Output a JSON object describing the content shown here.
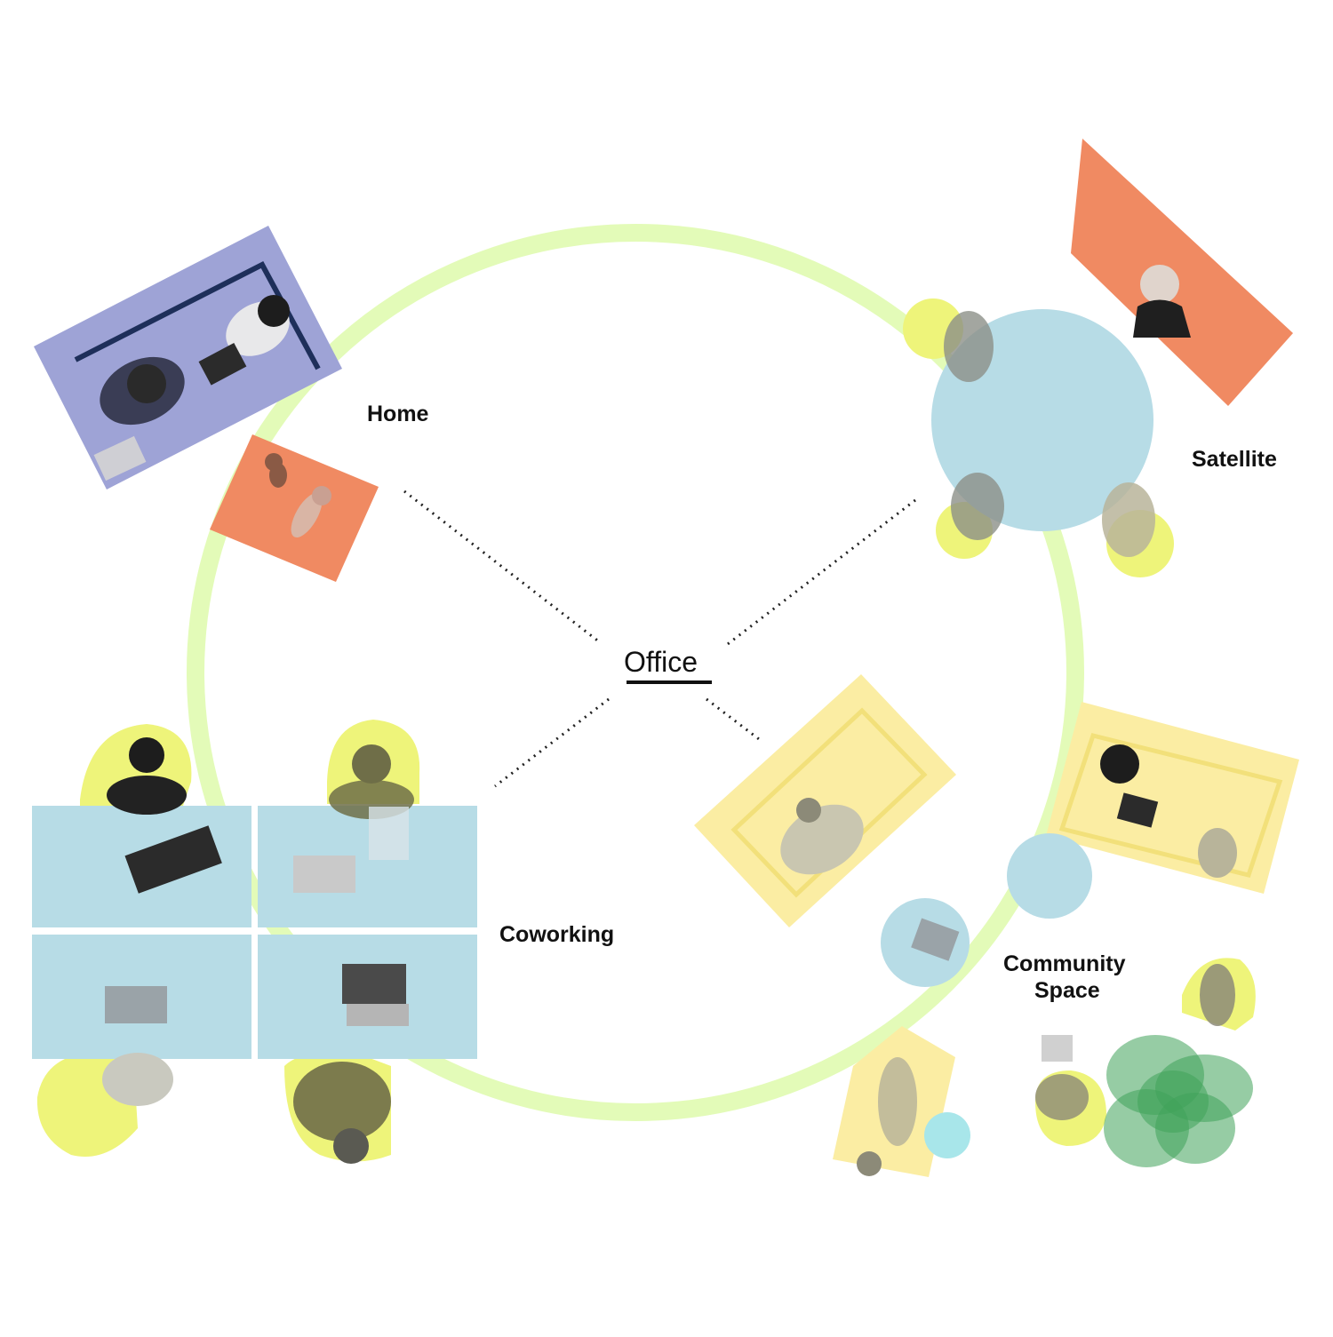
{
  "center": {
    "label": "Office"
  },
  "nodes": [
    {
      "id": "home",
      "label": "Home"
    },
    {
      "id": "satellite",
      "label": "Satellite"
    },
    {
      "id": "coworking",
      "label": "Coworking"
    },
    {
      "id": "community",
      "label_line1": "Community",
      "label_line2": "Space"
    }
  ],
  "colors": {
    "ring": "#e3fbb8",
    "blue_panel": "#b7dce6",
    "periwinkle": "#9ea3d6",
    "coral": "#f08a62",
    "yellow_blob": "#eef47a",
    "pale_yellow": "#fbeda3",
    "green": "#3fa35a",
    "text": "#111111",
    "dots": "#222222"
  }
}
